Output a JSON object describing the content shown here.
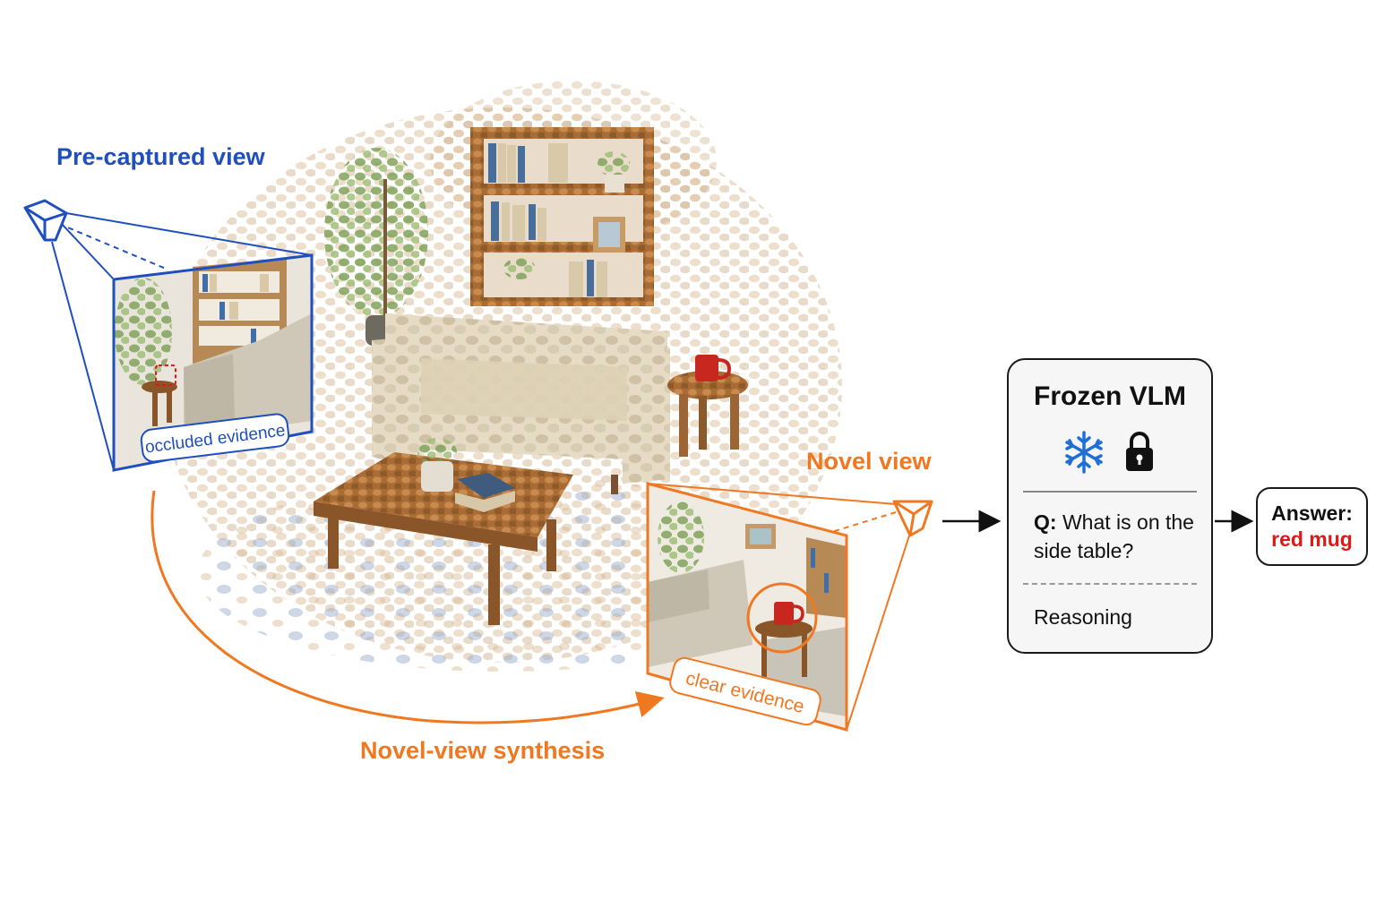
{
  "labels": {
    "pre_captured": "Pre-captured view",
    "novel_view": "Novel view",
    "novel_view_synthesis": "Novel-view synthesis",
    "occluded_evidence": "occluded evidence",
    "clear_evidence": "clear evidence"
  },
  "vlm": {
    "title": "Frozen VLM",
    "icons": [
      "snowflake-icon",
      "lock-icon"
    ],
    "question_prefix": "Q:",
    "question": "What is on the side table?",
    "reasoning": "Reasoning"
  },
  "answer": {
    "label": "Answer:",
    "value": "red mug"
  },
  "colors": {
    "pre_captured": "#1f4fbf",
    "novel": "#f07820",
    "answer": "#e01818",
    "frozen_icon": "#1f6fd6"
  }
}
